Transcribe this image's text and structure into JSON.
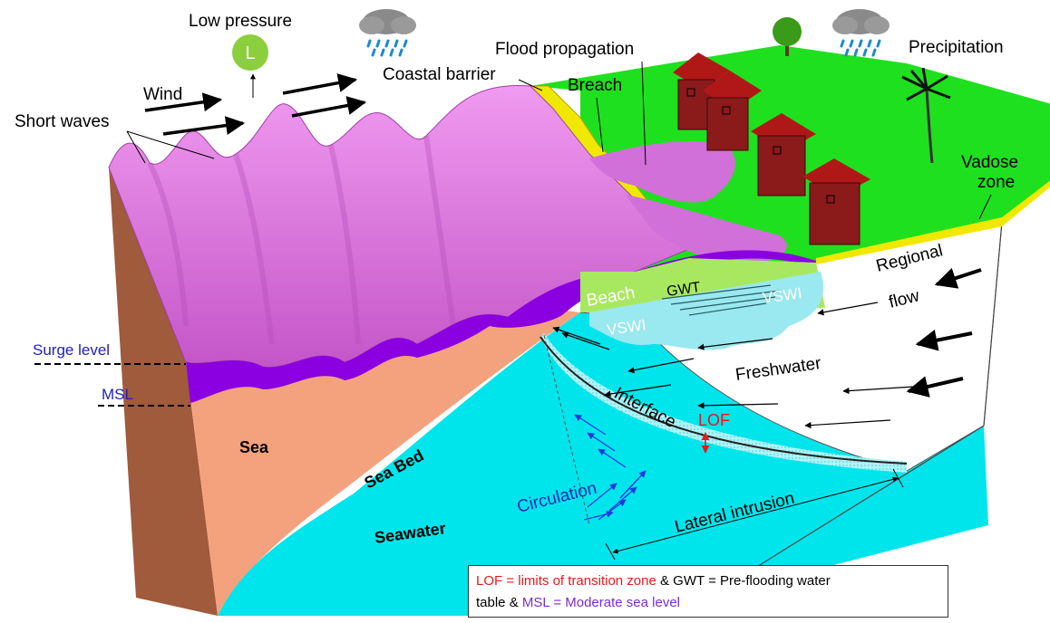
{
  "labels": {
    "low_pressure": "Low pressure",
    "low_symbol": "L",
    "wind": "Wind",
    "short_waves": "Short waves",
    "coastal_barrier": "Coastal barrier",
    "flood_propagation": "Flood propagation",
    "breach": "Breach",
    "precipitation": "Precipitation",
    "vadose_zone_1": "Vadose",
    "vadose_zone_2": "zone",
    "regional_flow_1": "Regional",
    "regional_flow_2": "flow",
    "beach": "Beach",
    "gwt": "GWT",
    "vswi_left": "VSWI",
    "vswi_right": "VSWI",
    "freshwater": "Freshwater",
    "interface": "Interface",
    "lof": "LOF",
    "surge_level": "Surge level",
    "msl": "MSL",
    "sea": "Sea",
    "sea_bed": "Sea Bed",
    "seawater": "Seawater",
    "circulation": "Circulation",
    "lateral_intrusion": "Lateral intrusion"
  },
  "legend": {
    "lof_def": "LOF  = limits of transition zone",
    "amp": " & GWT = Pre-flooding water",
    "line2_a": "table & ",
    "msl_def": "MSL = Moderate sea level"
  },
  "colors": {
    "wave": "#e070e0",
    "wave_dark": "#8a00e0",
    "land": "#1fe01f",
    "barrier": "#f0e800",
    "sea": "#f4a27e",
    "seawater": "#00e5ec",
    "side": "#a05a3c",
    "vswi": "#9ae8f0",
    "house": "#8b1a1a",
    "red_text": "#e21b1b",
    "blue_text": "#2020c0"
  }
}
